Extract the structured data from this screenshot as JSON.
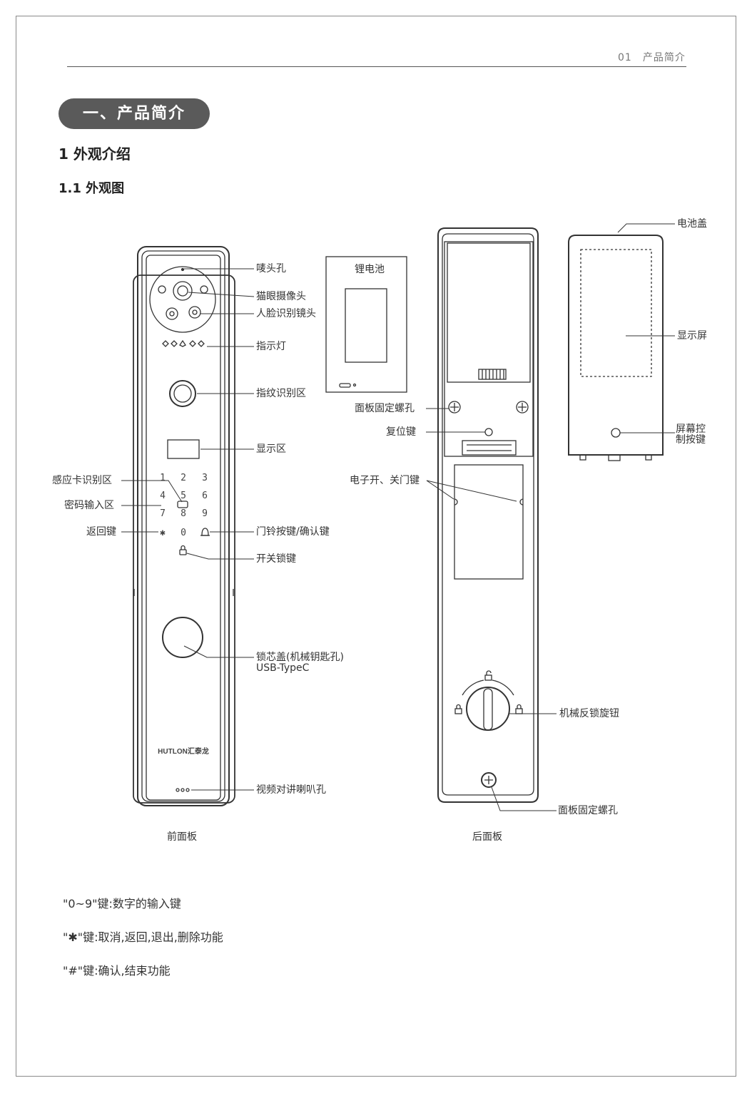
{
  "header": {
    "page_section": "01　产品简介"
  },
  "section_title": "一、产品简介",
  "heading_1": "1 外观介绍",
  "heading_1_1": "1.1 外观图",
  "front_labels": {
    "mic_hole": "唛头孔",
    "peephole_camera": "猫眼摄像头",
    "face_lens": "人脸识别镜头",
    "indicator": "指示灯",
    "fingerprint": "指纹识别区",
    "display_area": "显示区",
    "card_area": "感应卡识别区",
    "password_area": "密码输入区",
    "back_key": "返回键",
    "doorbell_key": "门铃按键/确认键",
    "lock_key": "开关锁键",
    "lock_cover": "锁芯盖(机械钥匙孔)",
    "usb": "USB-TypeC",
    "speaker": "视频对讲喇叭孔",
    "brand": "HUTLON汇泰龙"
  },
  "keypad": [
    "1",
    "2",
    "3",
    "4",
    "5",
    "6",
    "7",
    "8",
    "9",
    "✱",
    "0"
  ],
  "back_labels": {
    "battery": "锂电池",
    "battery_cover": "电池盖",
    "screen": "显示屏",
    "screen_button_line1": "屏幕控",
    "screen_button_line2": "制按键",
    "panel_screw_top": "面板固定螺孔",
    "reset_key": "复位键",
    "e_door_key": "电子开、关门键",
    "knob": "机械反锁旋钮",
    "panel_screw_bottom": "面板固定螺孔"
  },
  "captions": {
    "front": "前面板",
    "back": "后面板"
  },
  "notes": [
    "\"0~9\"键:数字的输入键",
    "\"✱\"键:取消,返回,退出,删除功能",
    "\"#\"键:确认,结束功能"
  ]
}
